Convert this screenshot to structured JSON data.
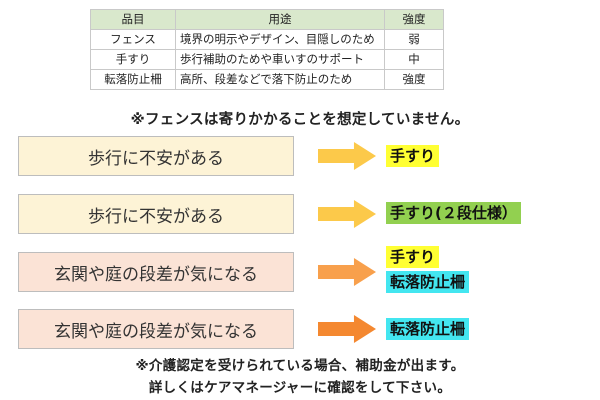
{
  "table": {
    "headers": [
      "品目",
      "用途",
      "強度"
    ],
    "rows": [
      [
        "フェンス",
        "境界の明示やデザイン、目隠しのため",
        "弱"
      ],
      [
        "手すり",
        "歩行補助のためや車いすのサポート",
        "中"
      ],
      [
        "転落防止柵",
        "高所、段差などで落下防止のため",
        "強度"
      ]
    ]
  },
  "note_top": "※フェンスは寄りかかることを想定していません。",
  "conditions": [
    {
      "label": "歩行に不安がある",
      "results": [
        "手すり"
      ]
    },
    {
      "label": "歩行に不安がある",
      "results": [
        "手すり(２段仕様）"
      ]
    },
    {
      "label": "玄関や庭の段差が気になる",
      "results": [
        "手すり",
        "転落防止柵"
      ]
    },
    {
      "label": "玄関や庭の段差が気になる",
      "results": [
        "転落防止柵"
      ]
    }
  ],
  "colors": {
    "header_bg": "#d9e8cc",
    "cond_yellow": "#fdf3d6",
    "cond_peach": "#fbe3d6",
    "result_yellow": "#ffff33",
    "result_green": "#92d050",
    "result_cyan": "#43e6f0",
    "arrow_yellow": "#fcc94a",
    "arrow_orange": "#f48830"
  },
  "note_bottom": [
    "※介護認定を受けられている場合、補助金が出ます。",
    "詳しくはケアマネージャーに確認をして下さい。"
  ]
}
